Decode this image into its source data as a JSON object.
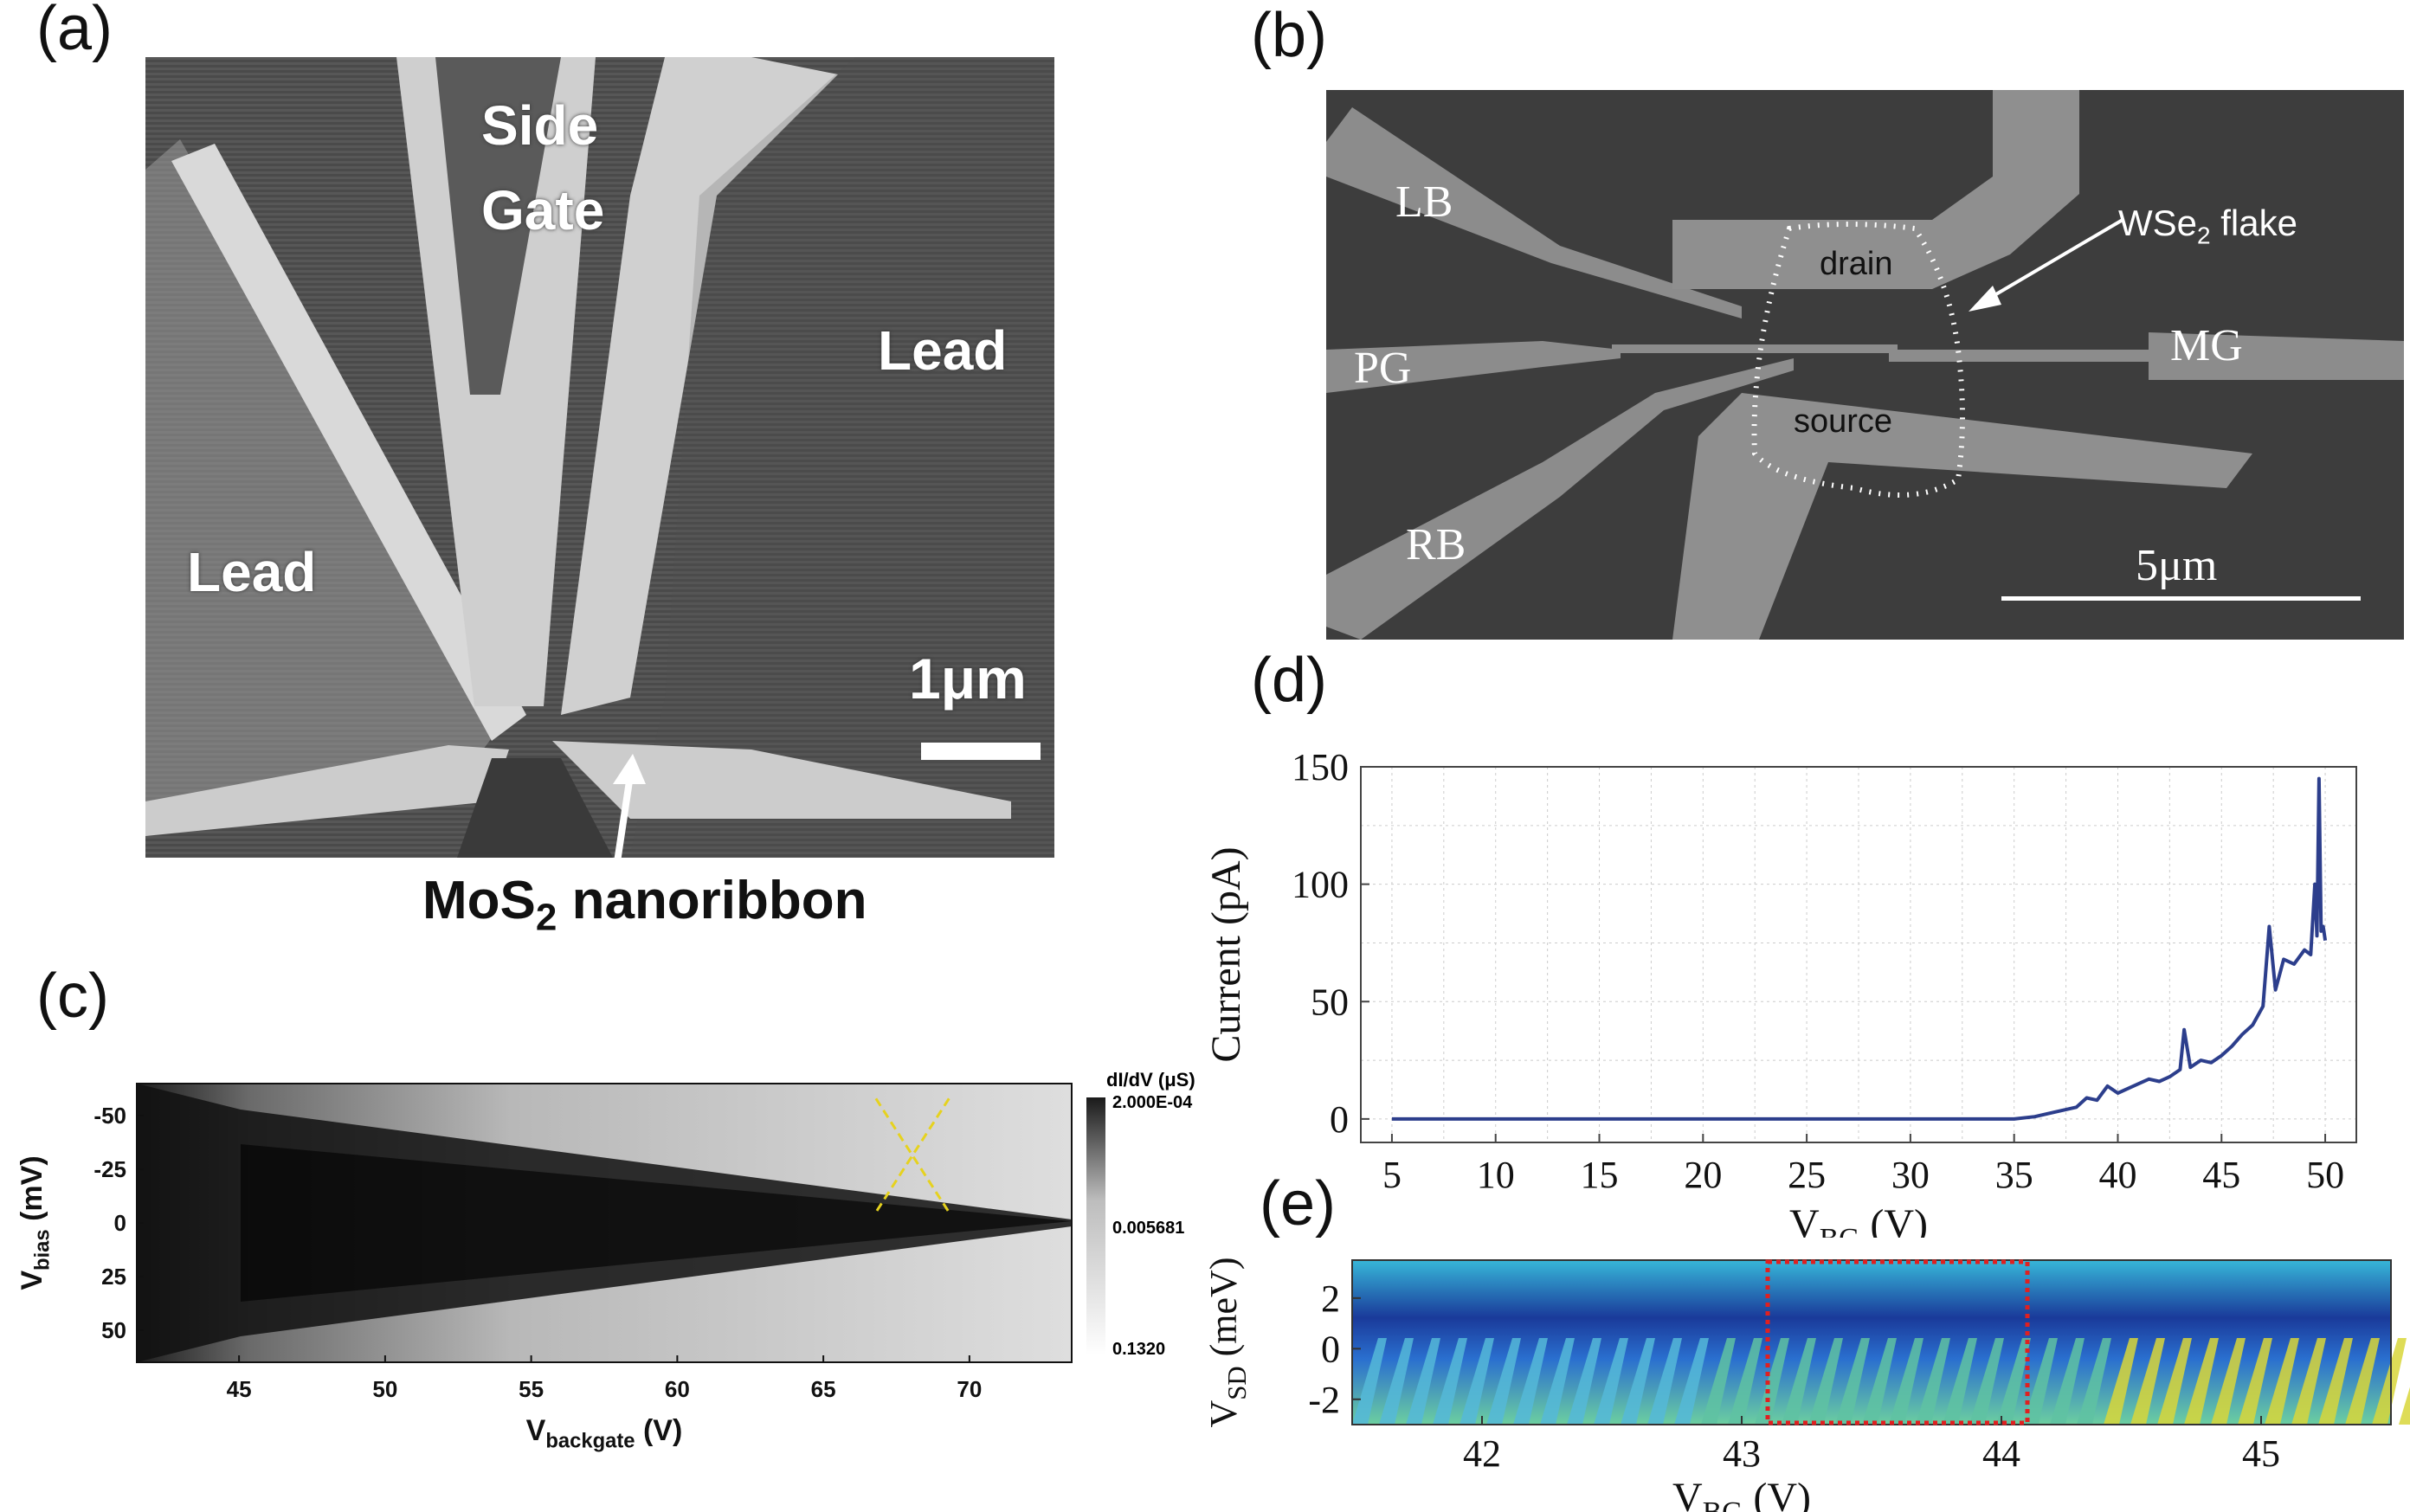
{
  "panels": {
    "a": "(a)",
    "b": "(b)",
    "c": "(c)",
    "d": "(d)",
    "e": "(e)"
  },
  "panel_a": {
    "side_gate_line1": "Side",
    "side_gate_line2": "Gate",
    "lead_right": "Lead",
    "lead_left": "Lead",
    "scale_label": "1μm",
    "caption_prefix": "MoS",
    "caption_sub": "2",
    "caption_suffix": " nanoribbon"
  },
  "panel_b": {
    "LB": "LB",
    "PG": "PG",
    "RB": "RB",
    "MG": "MG",
    "drain": "drain",
    "source": "source",
    "flake_prefix": "WSe",
    "flake_sub": "2",
    "flake_suffix": " flake",
    "scale_label": "5μm"
  },
  "colorbar_c": {
    "title": "dI/dV (μS)",
    "top": "2.000E-04",
    "mid": "0.005681",
    "bottom": "0.1320"
  },
  "colors": {
    "current_line": "#2c3e8c",
    "dashed_yellow": "#e6d21e",
    "red_box": "#e02020"
  },
  "chart_data": [
    {
      "id": "c",
      "type": "heatmap",
      "xlabel_main": "V",
      "xlabel_sub": "backgate",
      "xlabel_unit": " (V)",
      "ylabel_main": "V",
      "ylabel_sub": "bias",
      "ylabel_unit": " (mV)",
      "xlim": [
        41.5,
        73.5
      ],
      "ylim": [
        -65,
        65
      ],
      "x_ticks": [
        45,
        50,
        55,
        60,
        65,
        70
      ],
      "y_ticks": [
        -50,
        -25,
        0,
        25,
        50
      ],
      "y_tick_labels": [
        "-50",
        "-25",
        "0",
        "25",
        "50"
      ]
    },
    {
      "id": "d",
      "type": "line",
      "xlabel_main": "V",
      "xlabel_sub": "BG",
      "xlabel_unit": " (V)",
      "ylabel": "Current (pA)",
      "xlim": [
        3.5,
        51.5
      ],
      "ylim": [
        -10,
        150
      ],
      "x_ticks": [
        5,
        10,
        15,
        20,
        25,
        30,
        35,
        40,
        45,
        50
      ],
      "y_ticks": [
        0,
        50,
        100,
        150
      ],
      "x": [
        5,
        10,
        20,
        30,
        35,
        36,
        37,
        38,
        38.5,
        39,
        39.5,
        40,
        40.5,
        41,
        41.5,
        42,
        42.5,
        43,
        43.2,
        43.5,
        44,
        44.5,
        45,
        45.5,
        46,
        46.5,
        47,
        47.3,
        47.6,
        48,
        48.5,
        49,
        49.3,
        49.5,
        49.6,
        49.7,
        49.8,
        49.9,
        50
      ],
      "values": [
        0,
        0,
        0,
        0,
        0,
        1,
        3,
        5,
        9,
        8,
        14,
        11,
        13,
        15,
        17,
        16,
        18,
        21,
        38,
        22,
        25,
        24,
        27,
        31,
        36,
        40,
        48,
        82,
        55,
        68,
        66,
        72,
        70,
        100,
        78,
        145,
        80,
        82,
        76
      ]
    },
    {
      "id": "e",
      "type": "heatmap",
      "xlabel_main": "V",
      "xlabel_sub": "BG",
      "xlabel_unit": " (V)",
      "ylabel_main": "V",
      "ylabel_sub": "SD",
      "ylabel_unit": " (meV)",
      "xlim": [
        41.5,
        45.5
      ],
      "ylim": [
        -3,
        3.5
      ],
      "x_ticks": [
        42,
        43,
        44,
        45
      ],
      "y_ticks": [
        2,
        0,
        -2
      ],
      "highlight_x": [
        43.1,
        44.1
      ]
    }
  ]
}
